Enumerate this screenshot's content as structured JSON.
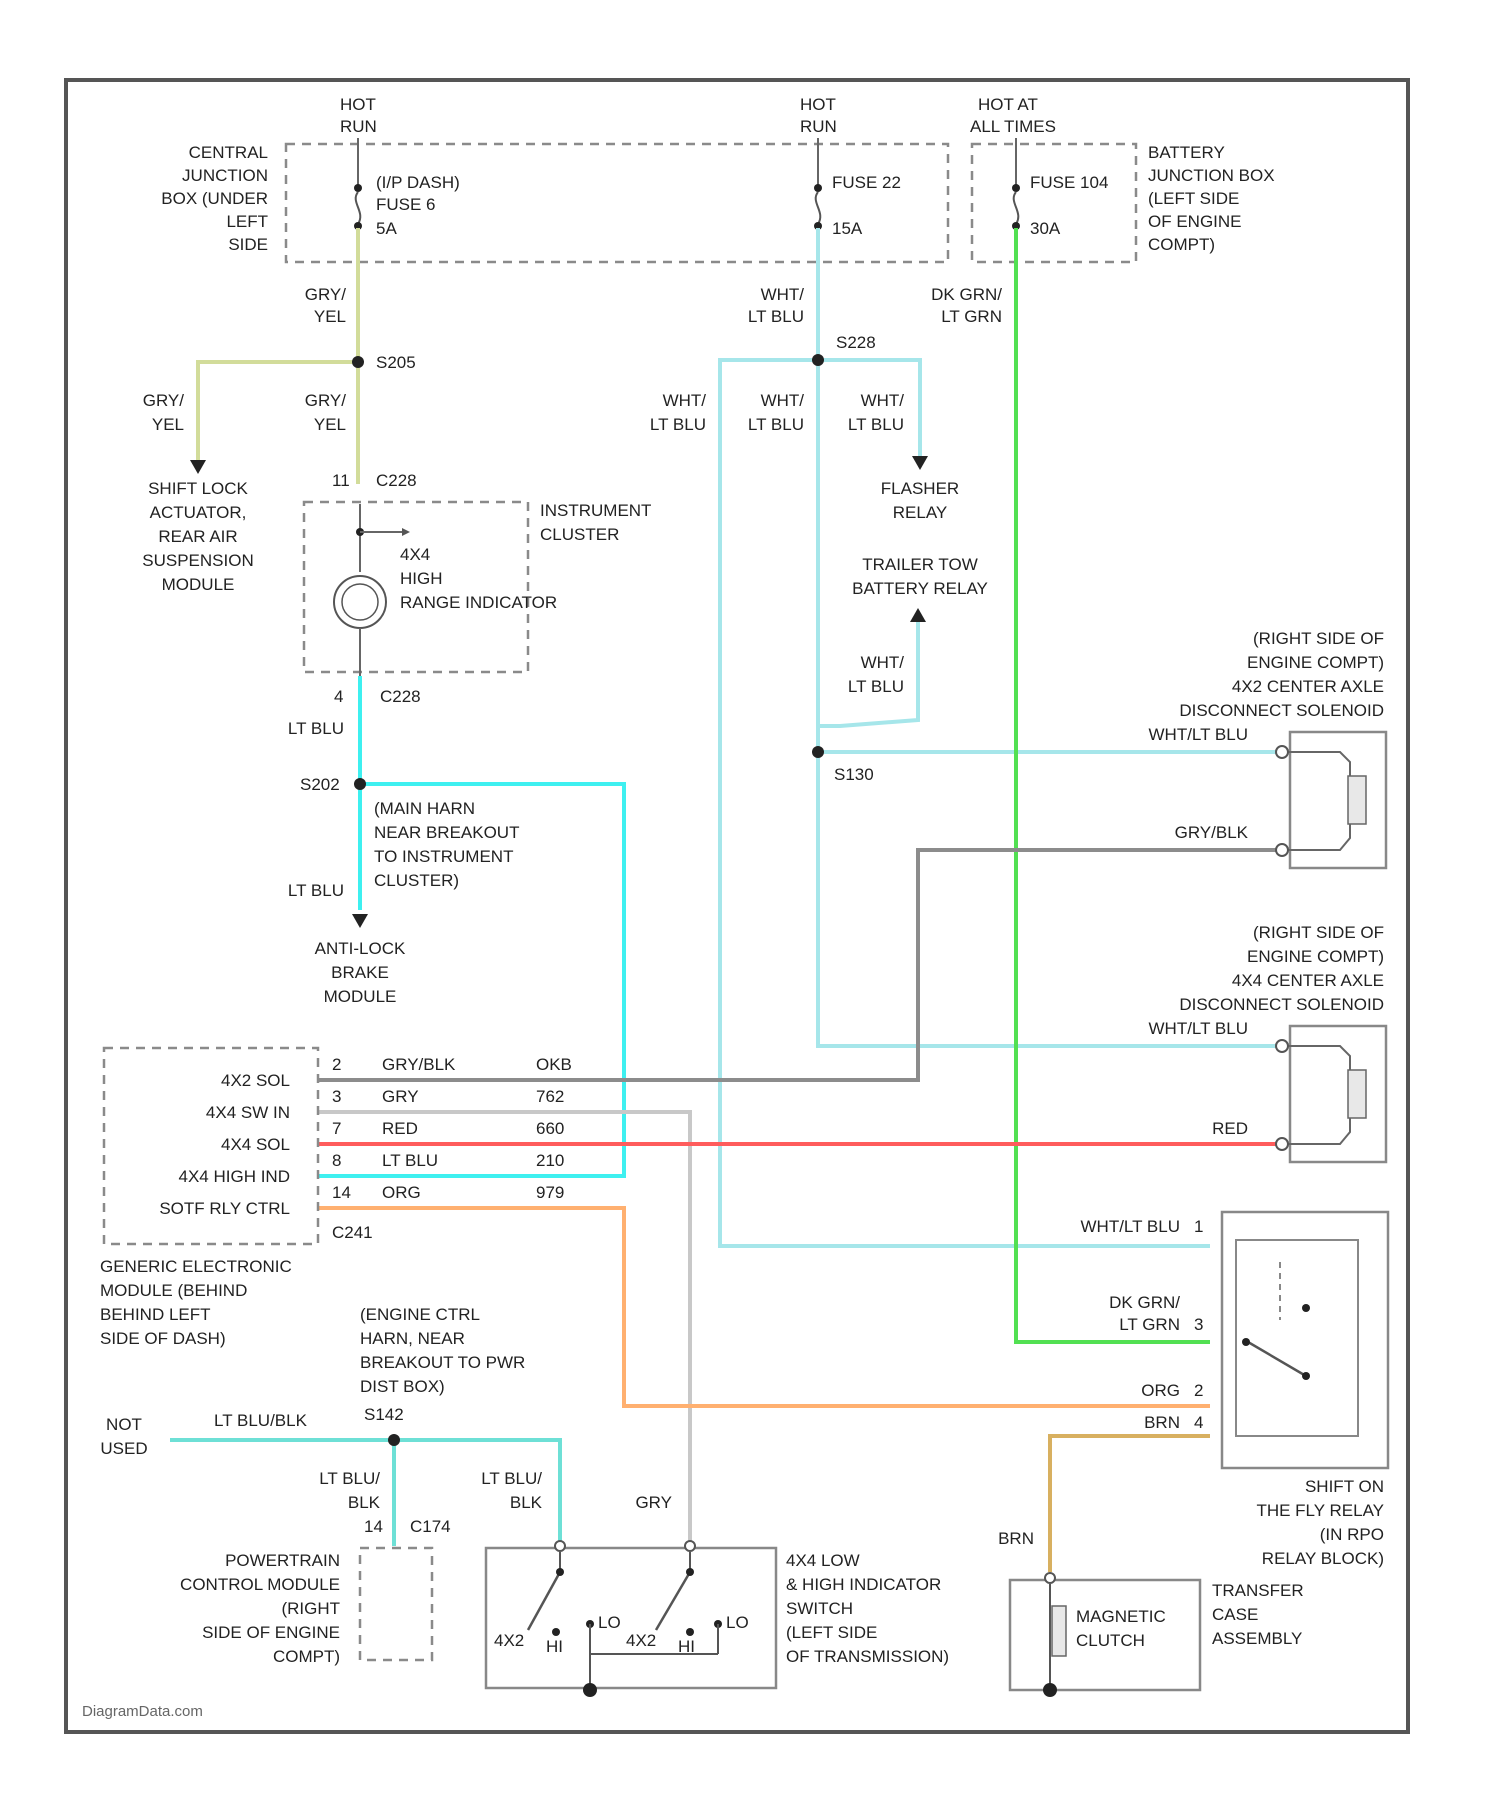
{
  "sources": {
    "hot_run_left": [
      "HOT",
      "RUN"
    ],
    "hot_run_right": [
      "HOT",
      "RUN"
    ],
    "hot_all_times": [
      "HOT AT",
      "ALL TIMES"
    ]
  },
  "junction_boxes": {
    "central": [
      "CENTRAL",
      "JUNCTION",
      "BOX (UNDER",
      "LEFT",
      "SIDE"
    ],
    "battery": [
      "BATTERY",
      "JUNCTION BOX",
      "(LEFT SIDE",
      "OF ENGINE",
      "COMPT)"
    ]
  },
  "fuses": {
    "fuse6": [
      "(I/P DASH)",
      "FUSE 6",
      "5A"
    ],
    "fuse22_name": "FUSE 22",
    "fuse22_rating": "15A",
    "fuse104_name": "FUSE 104",
    "fuse104_rating": "30A"
  },
  "wires": {
    "gry_yel": [
      "GRY/",
      "YEL"
    ],
    "wht_ltblu": [
      "WHT/",
      "LT BLU"
    ],
    "dkgrn_ltgrn": [
      "DK GRN/",
      "LT GRN"
    ],
    "lt_blu": "LT BLU",
    "wht_ltblu_inline": "WHT/LT BLU",
    "gry_blk": "GRY/BLK",
    "red": "RED",
    "org": "ORG",
    "brn": "BRN",
    "gry": "GRY",
    "ltblu_blk": "LT BLU/BLK",
    "ltblu_blk_split": [
      "LT BLU/",
      "BLK"
    ],
    "dkgrn_ltgrn_right": [
      "DK GRN/",
      "LT GRN"
    ]
  },
  "splices": {
    "s205": "S205",
    "s228": "S228",
    "s202": "S202",
    "s130": "S130",
    "s142": "S142"
  },
  "connectors": {
    "c228_top": "C228",
    "c228_bottom": "C228",
    "c241": "C241",
    "c174": "C174",
    "pin11": "11",
    "pin4": "4",
    "pin14": "14"
  },
  "components": {
    "shift_lock": [
      "SHIFT LOCK",
      "ACTUATOR,",
      "REAR AIR",
      "SUSPENSION",
      "MODULE"
    ],
    "instrument_cluster": [
      "INSTRUMENT",
      "CLUSTER"
    ],
    "indicator_4x4": [
      "4X4",
      "HIGH",
      "RANGE INDICATOR"
    ],
    "flasher_relay": [
      "FLASHER",
      "RELAY"
    ],
    "trailer_tow": [
      "TRAILER TOW",
      "BATTERY RELAY"
    ],
    "abs_module": [
      "ANTI-LOCK",
      "BRAKE",
      "MODULE"
    ],
    "harness_note": [
      "(MAIN HARN",
      "NEAR BREAKOUT",
      "TO INSTRUMENT",
      "CLUSTER)"
    ],
    "solenoid1": [
      "(RIGHT SIDE OF",
      "ENGINE COMPT)",
      "4X2 CENTER AXLE",
      "DISCONNECT SOLENOID"
    ],
    "solenoid2": [
      "(RIGHT SIDE OF",
      "ENGINE COMPT)",
      "4X4 CENTER AXLE",
      "DISCONNECT SOLENOID"
    ],
    "gem_module": [
      "GENERIC ELECTRONIC",
      "MODULE (BEHIND",
      "BEHIND LEFT",
      "SIDE OF DASH)"
    ],
    "engine_harn": [
      "(ENGINE CTRL",
      "HARN, NEAR",
      "BREAKOUT TO PWR",
      "DIST BOX)"
    ],
    "not_used": [
      "NOT",
      "USED"
    ],
    "pcm": [
      "POWERTRAIN",
      "CONTROL MODULE",
      "(RIGHT",
      "SIDE OF ENGINE",
      "COMPT)"
    ],
    "switch_4x4": [
      "4X4 LOW",
      "& HIGH INDICATOR",
      "SWITCH",
      "(LEFT SIDE",
      "OF TRANSMISSION)"
    ],
    "shift_relay": [
      "SHIFT ON",
      "THE FLY RELAY",
      "(IN RPO",
      "RELAY BLOCK)"
    ],
    "magnetic_clutch": [
      "MAGNETIC",
      "CLUTCH"
    ],
    "transfer_case": [
      "TRANSFER",
      "CASE",
      "ASSEMBLY"
    ]
  },
  "gem_pins": [
    {
      "label": "4X2 SOL",
      "pin": "2",
      "wire": "GRY/BLK",
      "circuit": "OKB"
    },
    {
      "label": "4X4 SW IN",
      "pin": "3",
      "wire": "GRY",
      "circuit": "762"
    },
    {
      "label": "4X4 SOL",
      "pin": "7",
      "wire": "RED",
      "circuit": "660"
    },
    {
      "label": "4X4 HIGH IND",
      "pin": "8",
      "wire": "LT BLU",
      "circuit": "210"
    },
    {
      "label": "SOTF RLY CTRL",
      "pin": "14",
      "wire": "ORG",
      "circuit": "979"
    }
  ],
  "relay_pins": [
    "1",
    "3",
    "2",
    "4"
  ],
  "switch_labels": {
    "sw1_a": "4X2",
    "sw1_b": "HI",
    "sw1_c": "LO",
    "sw2_a": "4X2",
    "sw2_b": "HI",
    "sw2_c": "LO"
  },
  "watermark": "DiagramData.com",
  "colors": {
    "gry_yel": "#d2dc9a",
    "lt_blu": "#3ef0f0",
    "wht_lt_blu": "#a6e6ea",
    "green": "#52e052",
    "red": "#ff5c5c",
    "orange": "#ffb070",
    "gray": "#8c8c8c",
    "brown": "#d8b060",
    "lt_blu_blk": "#6ee0d6"
  }
}
